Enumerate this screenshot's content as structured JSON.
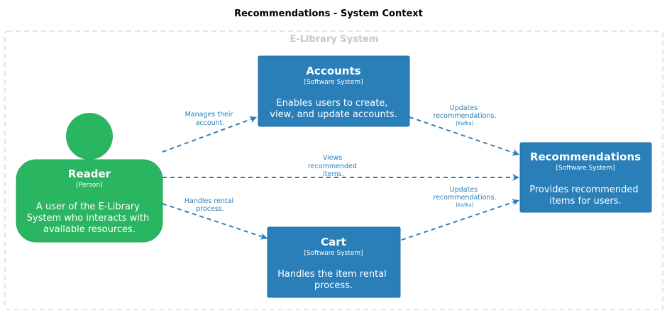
{
  "title": "Recommendations - System Context",
  "boundary": {
    "label": "E-Library System"
  },
  "colors": {
    "person": "#2ab561",
    "system": "#2a7fb8",
    "edge": "#2a7fb8",
    "boundary": "#c8c8c8"
  },
  "nodes": {
    "reader": {
      "name": "Reader",
      "type": "[Person]",
      "description": [
        "A user of the E-Library",
        "System who interacts with",
        "available resources."
      ]
    },
    "accounts": {
      "name": "Accounts",
      "type": "[Software System]",
      "description": [
        "Enables users to create,",
        "view, and update accounts."
      ]
    },
    "cart": {
      "name": "Cart",
      "type": "[Software System]",
      "description": [
        "Handles the item rental",
        "process."
      ]
    },
    "recommendations": {
      "name": "Recommendations",
      "type": "[Software System]",
      "description": [
        "Provides recommended",
        "items for users."
      ]
    }
  },
  "edges": {
    "reader_accounts": {
      "label": [
        "Manages their",
        "account."
      ],
      "tech": ""
    },
    "reader_recommendations": {
      "label": [
        "Views",
        "recommended",
        "items."
      ],
      "tech": ""
    },
    "reader_cart": {
      "label": [
        "Handles rental",
        "process."
      ],
      "tech": ""
    },
    "accounts_recommendations": {
      "label": [
        "Updates",
        "recommendations."
      ],
      "tech": "[Kafka]"
    },
    "cart_recommendations": {
      "label": [
        "Updates",
        "recommendations."
      ],
      "tech": "[Kafka]"
    }
  }
}
